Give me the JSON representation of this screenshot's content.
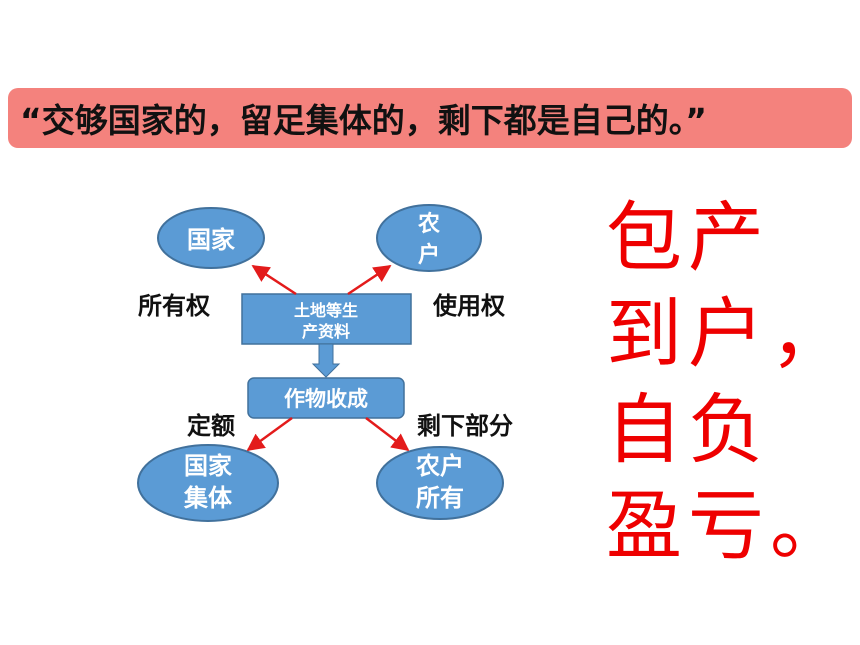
{
  "banner": {
    "text": "“交够国家的，留足集体的，剩下都是自己的。”"
  },
  "diagram": {
    "nodes": {
      "guojia": "国家",
      "nonghu_line1": "农",
      "nonghu_line2": "户",
      "tudi_line1": "土地等生",
      "tudi_line2": "产资料",
      "zuowu": "作物收成",
      "guojia_jiti_line1": "国家",
      "guojia_jiti_line2": "集体",
      "nonghu_suoyou_line1": "农户",
      "nonghu_suoyou_line2": "所有"
    },
    "labels": {
      "ownership": "所有权",
      "usage": "使用权",
      "quota": "定额",
      "remainder": "剩下部分"
    }
  },
  "slogan": {
    "line1": "包产",
    "line2": "到户，",
    "line3": "自负",
    "line4": "盈亏。"
  },
  "colors": {
    "banner_bg": "#f4827d",
    "node_fill": "#5b9bd5",
    "node_stroke": "#41719c",
    "arrow_red": "#e31b1b",
    "slogan_red": "#ee0000"
  }
}
